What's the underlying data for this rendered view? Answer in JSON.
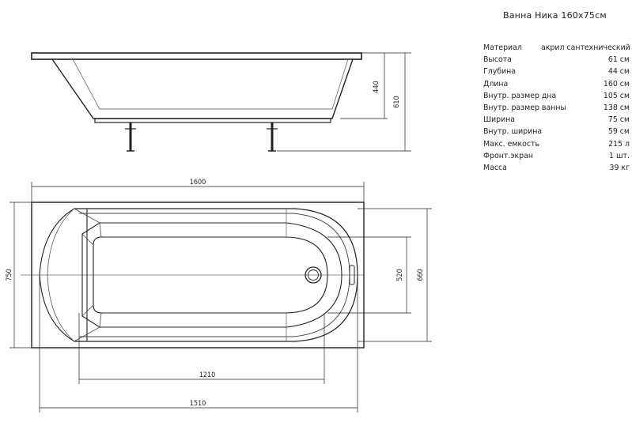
{
  "title": "Ванна Ника 160х75см",
  "specs": [
    {
      "label": "Материал",
      "value": "акрил сантехнический"
    },
    {
      "label": "Высота",
      "value": "61 см"
    },
    {
      "label": "Глубина",
      "value": "44 см"
    },
    {
      "label": "Длина",
      "value": "160 см"
    },
    {
      "label": "Внутр. размер дна",
      "value": "105 см"
    },
    {
      "label": "Внутр. размер ванны",
      "value": "138 см"
    },
    {
      "label": "Ширина",
      "value": "75 см"
    },
    {
      "label": "Внутр. ширина",
      "value": "59 см"
    },
    {
      "label": "Макс. емкость",
      "value": "215 л"
    },
    {
      "label": "Фронт.экран",
      "value": "1 шт."
    },
    {
      "label": "Масса",
      "value": "39 кг"
    }
  ],
  "dimensions": {
    "side_depth": "440",
    "side_height": "610",
    "top_length": "1600",
    "top_width": "750",
    "inner_width": "520",
    "inner_width2": "660",
    "bottom_length": "1210",
    "inner_length": "1510"
  }
}
